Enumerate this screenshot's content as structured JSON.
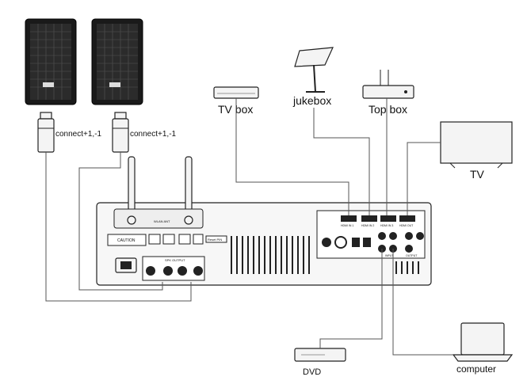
{
  "labels": {
    "connect_left": "connect+1,-1",
    "connect_right": "connect+1,-1",
    "tv_box": "TV box",
    "jukebox": "jukebox",
    "top_box": "Top box",
    "tv": "TV",
    "dvd": "DVD",
    "computer": "computer"
  },
  "panel": {
    "antenna_label": "WLAN ANT",
    "caution_label": "CAUTION",
    "spk_output_label": "SPK OUTPUT",
    "reset_label": "Reset PIN",
    "hdmi_ports": [
      "HDMI IN 1",
      "HDMI IN 2",
      "HDMI IN 3",
      "HDMI OUT"
    ],
    "input_label": "INPUT",
    "output_label": "OUTPUT"
  }
}
